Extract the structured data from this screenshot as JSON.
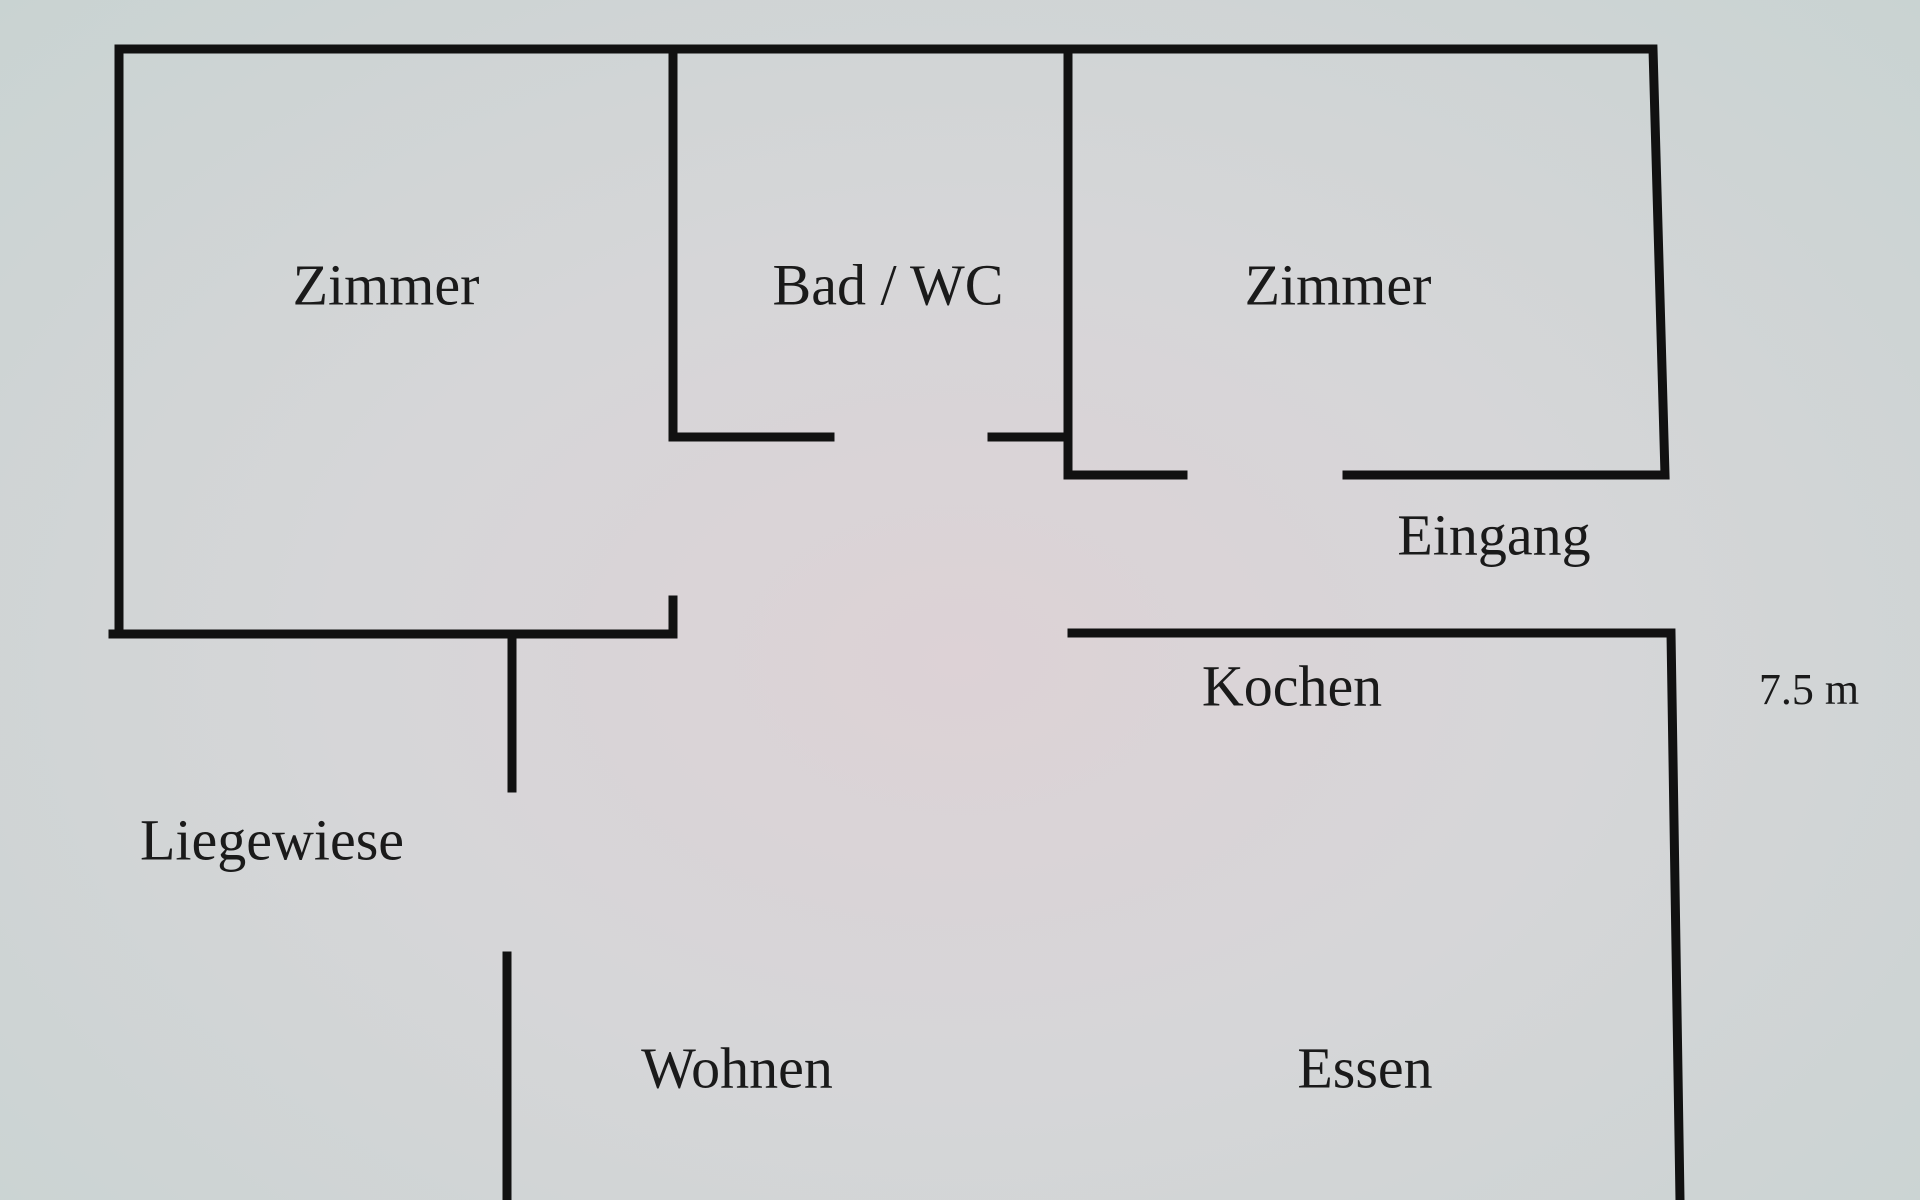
{
  "rooms": {
    "room_left": "Zimmer",
    "bathroom": "Bad / WC",
    "room_right": "Zimmer",
    "entrance": "Eingang",
    "kitchen": "Kochen",
    "lawn": "Liegewiese",
    "living": "Wohnen",
    "dining": "Essen"
  },
  "dimension": "7.5 m"
}
